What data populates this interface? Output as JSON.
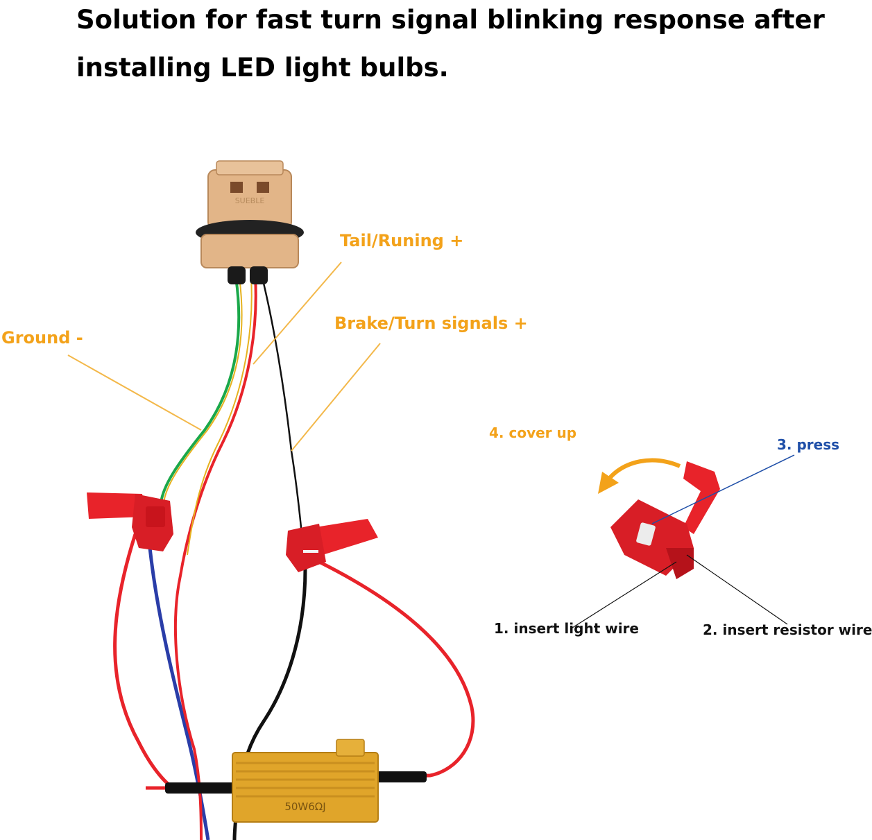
{
  "title": "Solution for fast turn signal blinking response after installing LED light bulbs.",
  "labels": {
    "tail_running": "Tail/Runing +",
    "ground": "Ground -",
    "brake_turn": "Brake/Turn signals +",
    "cover_up": "4. cover up",
    "press": "3. press",
    "insert_light": "1. insert light wire",
    "insert_resistor": "2. insert resistor wire"
  },
  "socket_mark": "SUEBLE",
  "resistor_mark": "50W6ΩJ",
  "colors": {
    "label_orange": "#f3a21a",
    "label_blue": "#1f4fa8",
    "wire_red": "#e8232a",
    "wire_green": "#1aa84a",
    "wire_blue": "#2a3da8",
    "wire_black": "#111111",
    "connector_red": "#e8232a",
    "resistor_gold": "#e0a52a",
    "socket_tan": "#e2b588"
  }
}
